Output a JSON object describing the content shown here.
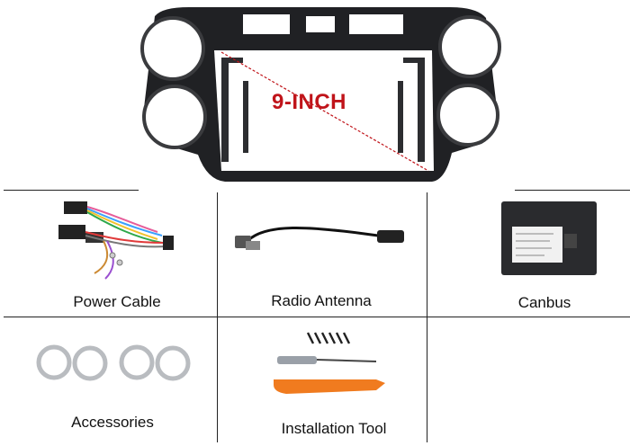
{
  "frame": {
    "size_label": "9-INCH",
    "label_color": "#c0141a"
  },
  "items": [
    {
      "label": "Power Cable",
      "icon": "wiring-harness-icon"
    },
    {
      "label": "Radio Antenna",
      "icon": "antenna-adapter-icon"
    },
    {
      "label": "Canbus",
      "icon": "canbus-box-icon"
    },
    {
      "label": "Accessories",
      "icon": "ring-accessories-icon"
    },
    {
      "label": "Installation Tool",
      "icon": "tools-icon"
    }
  ]
}
